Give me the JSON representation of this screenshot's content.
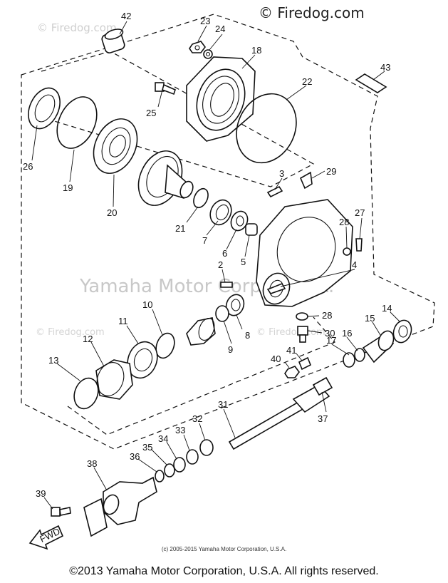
{
  "watermarks": {
    "top_right": "© Firedog.com",
    "top_left": "© Firedog.com",
    "center": "Yamaha Motor Corp., U.S.A.",
    "left_mid": "© Firedog.com",
    "right_mid": "© Firedog.com"
  },
  "labels": {
    "p2": "2",
    "p3": "3",
    "p4": "4",
    "p5": "5",
    "p6": "6",
    "p7": "7",
    "p8": "8",
    "p9": "9",
    "p10": "10",
    "p11": "11",
    "p12": "12",
    "p13": "13",
    "p14": "14",
    "p15": "15",
    "p16": "16",
    "p17": "17",
    "p18": "18",
    "p19": "19",
    "p20": "20",
    "p21": "21",
    "p22": "22",
    "p23": "23",
    "p24": "24",
    "p25": "25",
    "p26": "26",
    "p27": "27",
    "p28a": "28",
    "p28b": "28",
    "p29": "29",
    "p30": "30",
    "p31": "31",
    "p32": "32",
    "p33": "33",
    "p34": "34",
    "p35": "35",
    "p36": "36",
    "p37": "37",
    "p38": "38",
    "p39": "39",
    "p40": "40",
    "p41": "41",
    "p42": "42",
    "p43": "43",
    "fwd": "FWD"
  },
  "footer": {
    "small": "(c) 2005-2015 Yamaha Motor Corporation, U.S.A.",
    "copyright": "©2013 Yamaha Motor Corporation, U.S.A. All rights reserved."
  }
}
